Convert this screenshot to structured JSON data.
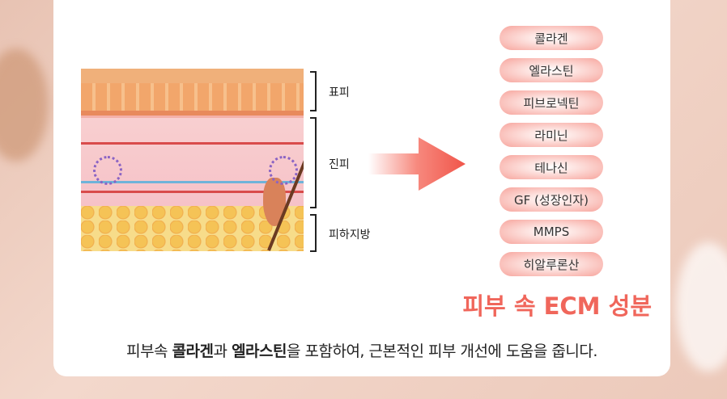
{
  "layers": [
    {
      "label": "표피"
    },
    {
      "label": "진피"
    },
    {
      "label": "피하지방"
    }
  ],
  "ecm_items": [
    "콜라겐",
    "엘라스틴",
    "피브로넥틴",
    "라미닌",
    "테나신",
    "GF (성장인자)",
    "MMPS",
    "히알루론산"
  ],
  "title": "피부 속 ECM 성분",
  "caption": {
    "p1": "피부속 ",
    "b1": "콜라겐",
    "p2": "과 ",
    "b2": "엘라스틴",
    "p3": "을 포함하여, 근본적인 피부 개선에 도움을 줍니다."
  },
  "colors": {
    "accent": "#f0665b"
  }
}
